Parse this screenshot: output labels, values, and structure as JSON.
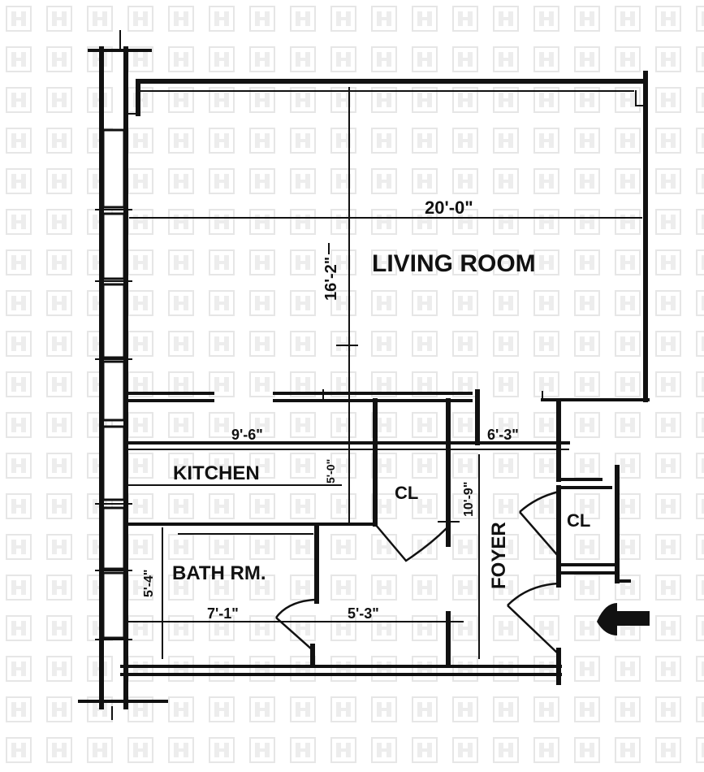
{
  "rooms": {
    "living_room": "LIVING ROOM",
    "kitchen": "KITCHEN",
    "bath": "BATH RM.",
    "foyer": "FOYER",
    "closet_center": "CL",
    "closet_right": "CL"
  },
  "dimensions": {
    "living_width": "20'-0\"",
    "living_depth": "16'-2\"",
    "kitchen_width": "9'-6\"",
    "kitchen_depth": "5'-0\"",
    "foyer_width": "6'-3\"",
    "foyer_depth": "10'-9\"",
    "bath_depth": "5'-4\"",
    "bath_width": "7'-1\"",
    "hall_width": "5'-3\""
  },
  "icons": {
    "entrance": "arrow-left-icon",
    "watermark": "building-watermark-icon"
  }
}
